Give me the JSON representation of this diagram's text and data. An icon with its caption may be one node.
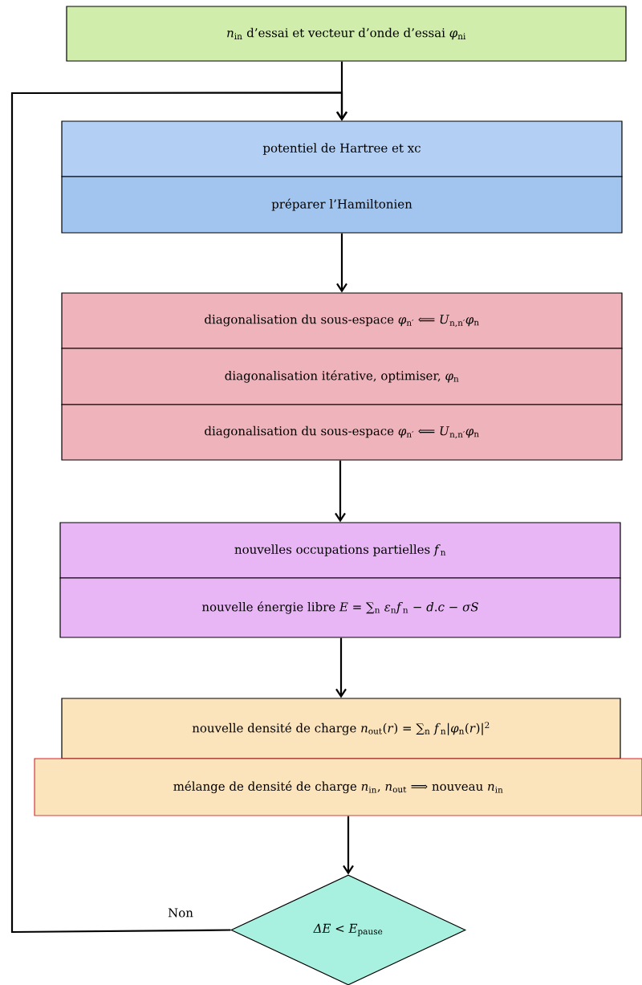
{
  "diagram": {
    "nodes": [
      {
        "text": [
          "*n*$_{in}$ d’essai et vecteur d’onde d’essai *φ*$_{ni}$"
        ]
      },
      {
        "text": [
          "potentiel de Hartree et xc"
        ]
      },
      {
        "text": [
          "préparer l’Hamiltonien"
        ]
      },
      {
        "text": [
          "diagonalisation du sous-espace    *φ*$_{n′}$ ⟸ *U*$_{n,n′}$*φ*$_{n}$"
        ]
      },
      {
        "text": [
          "diagonalisation itérative, optimiser, *φ*$_{n}$"
        ]
      },
      {
        "text": [
          "diagonalisation du sous-espace    *φ*$_{n′}$ ⟸ *U*$_{n,n′}$*φ*$_{n}$"
        ]
      },
      {
        "text": [
          "nouvelles occupations partielles *f*$_{n}$"
        ]
      },
      {
        "text": [
          "nouvelle énergie libre *E* = ∑$_{n}$ *ε*$_{n}$*f*$_{n}$ − *d*.*c* − *σS*"
        ]
      },
      {
        "text": [
          "nouvelle densité de charge    *n*$_{out}$(*r*) = ∑$_{n}$ *f*$_{n}$|*φ*$_{n}$(*r*)|$^{2}$"
        ]
      },
      {
        "text": [
          "mélange de densité de charge    *n*$_{in}$, *n*$_{out}$ ⟹ nouveau *n*$_{in}$"
        ]
      },
      {
        "text": [
          "*ΔE* < *E*$_{pause}$"
        ]
      }
    ],
    "edges": [
      {
        "from": 0,
        "to": 1,
        "arrow": "to"
      },
      {
        "from": 2,
        "to": 3,
        "arrow": "to"
      },
      {
        "from": 5,
        "to": 6,
        "arrow": "to"
      },
      {
        "from": 7,
        "to": 8,
        "arrow": "to"
      },
      {
        "from": 9,
        "to": 10,
        "arrow": "to"
      },
      {
        "from": 10,
        "to": 1,
        "arrow": "to",
        "label": "Non"
      }
    ]
  }
}
